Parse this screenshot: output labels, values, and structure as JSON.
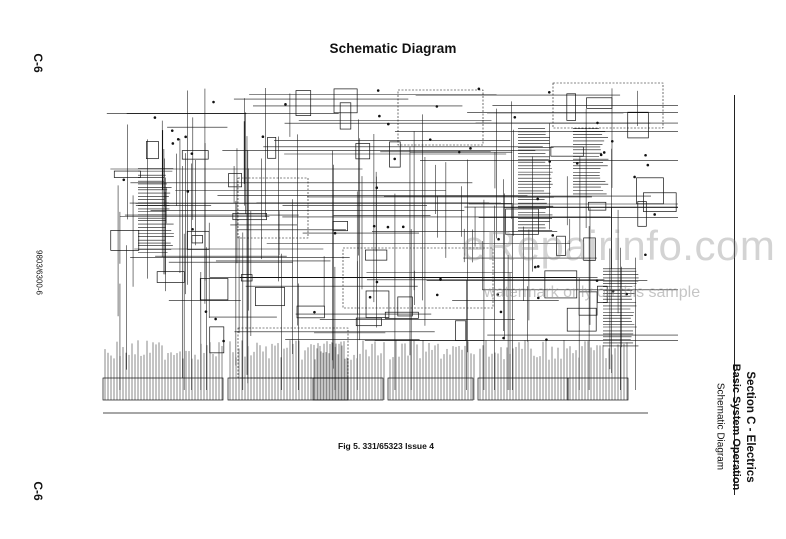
{
  "page": {
    "title": "Schematic Diagram",
    "code_top": "C-6",
    "code_bottom": "C-6",
    "doc_number": "9803/6300-6",
    "caption": "Fig 5. 331/65323 Issue 4"
  },
  "side_heading": {
    "section": "Section C - Electrics",
    "subsection": "Basic System Operation",
    "topic": "Schematic Diagram"
  },
  "watermark": {
    "main": "eRepairinfo.com",
    "sub": "watermark only on this sample"
  },
  "colors": {
    "ink": "#111111",
    "watermark": "#8c8c8c"
  }
}
